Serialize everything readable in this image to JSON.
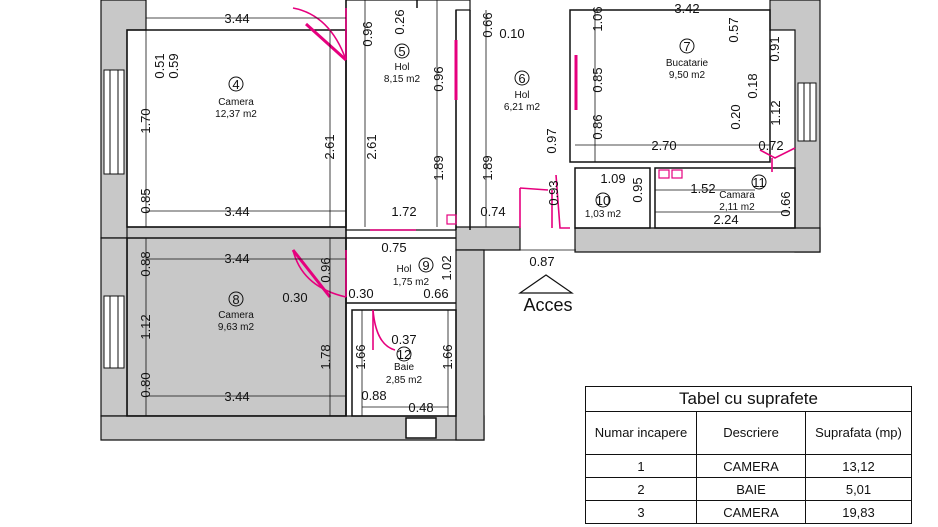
{
  "rooms": [
    {
      "num": "4",
      "name": "Camera",
      "area": "12,37 m2"
    },
    {
      "num": "5",
      "name": "Hol",
      "area": "8,15 m2"
    },
    {
      "num": "6",
      "name": "Hol",
      "area": "6,21 m2"
    },
    {
      "num": "7",
      "name": "Bucatarie",
      "area": "9,50 m2"
    },
    {
      "num": "8",
      "name": "Camera",
      "area": "9,63 m2"
    },
    {
      "num": "9",
      "name": "Hol",
      "area": "1,75 m2"
    },
    {
      "num": "10",
      "name": "",
      "area": "1,03 m2"
    },
    {
      "num": "11",
      "name": "Camara",
      "area": "2,11 m2"
    },
    {
      "num": "12",
      "name": "Baie",
      "area": "2,85 m2"
    }
  ],
  "dims": {
    "d1": "3.44",
    "d2": "0.51",
    "d3": "0.59",
    "d4": "1.70",
    "d5": "2.61",
    "d6": "0.85",
    "d7": "3.44",
    "d8": "0.96",
    "d9": "0.26",
    "d10": "2.61",
    "d11": "0.96",
    "d12": "1.89",
    "d13": "1.72",
    "d14": "0.66",
    "d15": "0.10",
    "d16": "1.89",
    "d17": "0.97",
    "d18": "0.74",
    "d19": "0.93",
    "d20": "1.06",
    "d21": "3.42",
    "d22": "0.57",
    "d23": "0.91",
    "d24": "0.85",
    "d25": "0.86",
    "d26": "2.70",
    "d27": "0.20",
    "d28": "0.18",
    "d29": "1.12",
    "d30": "0.72",
    "d31": "1.09",
    "d32": "0.95",
    "d33": "1.52",
    "d34": "2.24",
    "d35": "0.66",
    "d36": "0.87",
    "d37": "3.44",
    "d38": "0.88",
    "d39": "0.96",
    "d40": "0.30",
    "d41": "1.12",
    "d42": "0.80",
    "d43": "1.78",
    "d44": "3.44",
    "d45": "0.75",
    "d46": "0.30",
    "d47": "0.66",
    "d48": "1.02",
    "d49": "0.37",
    "d50": "1.66",
    "d51": "1.66",
    "d52": "0.88",
    "d53": "0.48"
  },
  "entrance_label": "Acces",
  "table": {
    "title": "Tabel cu suprafete",
    "col_num": "Numar incapere",
    "col_desc": "Descriere",
    "col_area": "Suprafata (mp)",
    "rows": [
      {
        "num": "1",
        "desc": "CAMERA",
        "area": "13,12"
      },
      {
        "num": "2",
        "desc": "BAIE",
        "area": "5,01"
      },
      {
        "num": "3",
        "desc": "CAMERA",
        "area": "19,83"
      }
    ]
  },
  "colors": {
    "wall": "#c8c8c8",
    "door": "#e6007e",
    "line": "#111111"
  }
}
